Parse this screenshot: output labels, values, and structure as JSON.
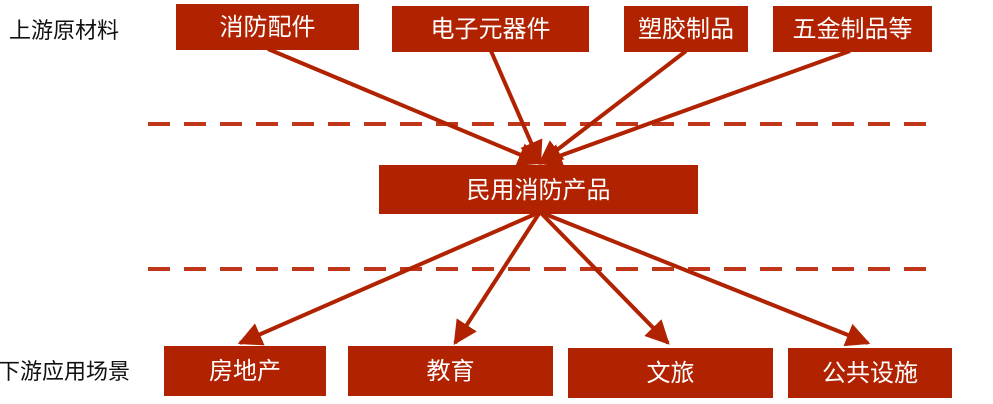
{
  "labels": {
    "upstream": "上游原材料",
    "downstream": "下游应用场景"
  },
  "upstream_nodes": [
    "消防配件",
    "电子元器件",
    "塑胶制品",
    "五金制品等"
  ],
  "center_node": "民用消防产品",
  "downstream_nodes": [
    "房地产",
    "教育",
    "文旅",
    "公共设施"
  ],
  "colors": {
    "box_fill": "#b02200",
    "box_text": "#ffffff",
    "arrow": "#b02200",
    "divider": "#c0361b",
    "label_text": "#111111"
  }
}
